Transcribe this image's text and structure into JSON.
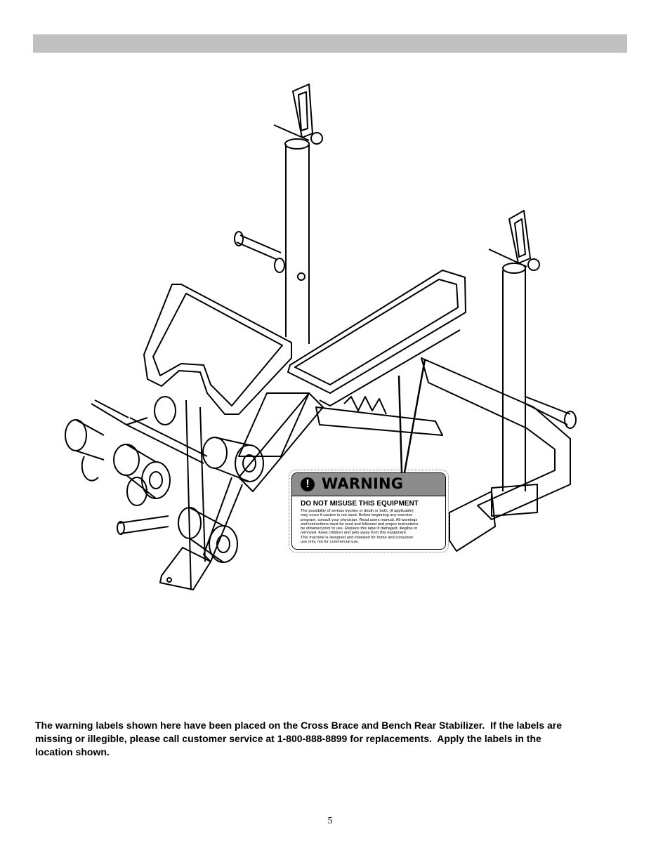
{
  "header": {
    "bar_color": "#c0c0c0"
  },
  "illustration": {
    "subject": "bench-with-uprights-and-leg-developer"
  },
  "warning_label": {
    "title": "WARNING",
    "subtitle": "DO NOT MISUSE THIS EQUIPMENT",
    "body": "The possibility of serious injuries or death or both, (if applicable)\nmay occur if caution is not used. Before beginning any exercise\nprogram, consult your physician. Read users manual. All warnings\nand instructions must be read and followed and proper instructions\nbe obtained prior to use. Replace this label if damaged, illegible or\nremoved. Keep children and pets away from this equipment.\nThis machine is designed and intended for home and consumer\nuse only, not for commercial use.",
    "head_color": "#8c8c8c"
  },
  "caption": "The warning labels shown here have been placed on the Cross Brace and Bench Rear Stabilizer.  If the labels are\nmissing or illegible, please call customer service at 1-800-888-8899 for replacements.  Apply the labels in the\nlocation shown.",
  "page_number": "5"
}
